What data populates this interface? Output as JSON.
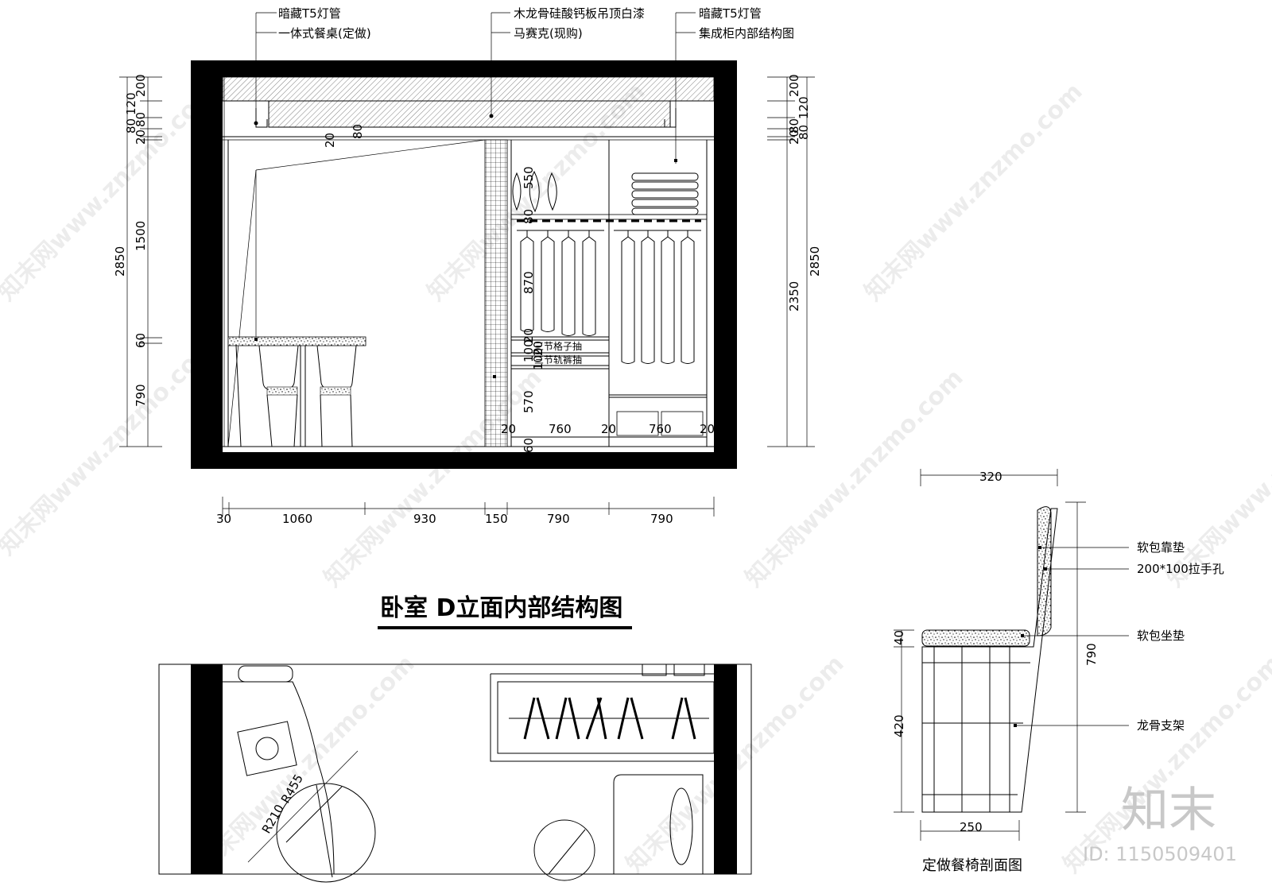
{
  "elevation": {
    "title": "卧室 D立面内部结构图",
    "top_notes": [
      {
        "line1": "暗藏T5灯管",
        "line2": "一体式餐桌(定做)"
      },
      {
        "line1": "木龙骨硅酸钙板吊顶白漆",
        "line2": "马赛克(现购)"
      },
      {
        "line1": "暗藏T5灯管",
        "line2": "集成柜内部结构图"
      }
    ],
    "left_dims": [
      "200",
      "120",
      "80",
      "80",
      "20",
      "1500",
      "60",
      "790",
      "2850"
    ],
    "right_dims": [
      "200",
      "120",
      "80",
      "80",
      "20",
      "2350",
      "2850"
    ],
    "bottom_dims": [
      "30",
      "1060",
      "930",
      "150",
      "790",
      "790"
    ],
    "inner_dims": [
      "20",
      "80",
      "550",
      "80",
      "870",
      "20",
      "100",
      "20",
      "100",
      "570",
      "60",
      "20",
      "760",
      "20",
      "760",
      "20"
    ],
    "drawer_labels": [
      "三节格子抽",
      "三节轨裤抽"
    ]
  },
  "chair_section": {
    "title": "定做餐椅剖面图",
    "dims": {
      "top": "320",
      "bottom": "250",
      "seat": "40",
      "base": "420",
      "height": "790"
    },
    "callouts": [
      "软包靠垫",
      "200*100拉手孔",
      "软包坐垫",
      "龙骨支架"
    ]
  },
  "plan": {
    "radius_labels": [
      "R455",
      "R210"
    ]
  },
  "watermark": {
    "site": "知末网www.znzmo.com",
    "logo": "知末",
    "id": "ID: 1150509401"
  }
}
